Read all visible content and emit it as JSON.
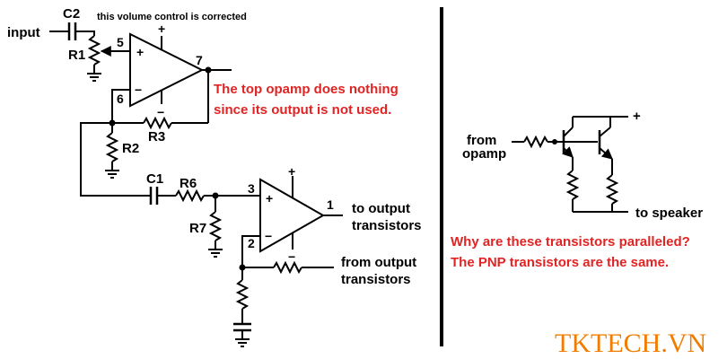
{
  "labels": {
    "input": "input",
    "c2": "C2",
    "note_top": "this volume control is corrected",
    "r1": "R1",
    "pin5": "5",
    "pin6": "6",
    "pin7": "7",
    "plus_top": "+",
    "minus_top": "−",
    "r3": "R3",
    "r2": "R2",
    "c1": "C1",
    "r6": "R6",
    "r7": "R7",
    "pin3": "3",
    "pin2": "2",
    "pin1": "1",
    "plus_bottom": "+",
    "minus_bottom": "−",
    "to_output_1": "to output",
    "to_output_2": "transistors",
    "from_output_1": "from output",
    "from_output_2": "transistors",
    "from_opamp_1": "from",
    "from_opamp_2": "opamp",
    "plus_right": "+",
    "to_speaker": "to speaker"
  },
  "notes": {
    "top_opamp_1": "The top opamp does nothing",
    "top_opamp_2": "since its output is not used.",
    "question_1": "Why are these transistors paralleled?",
    "question_2": "The PNP transistors are the same."
  },
  "watermark": "TKTECH.VN",
  "colors": {
    "annotation": "#e02424",
    "watermark": "#f07c00",
    "line": "#000000"
  }
}
